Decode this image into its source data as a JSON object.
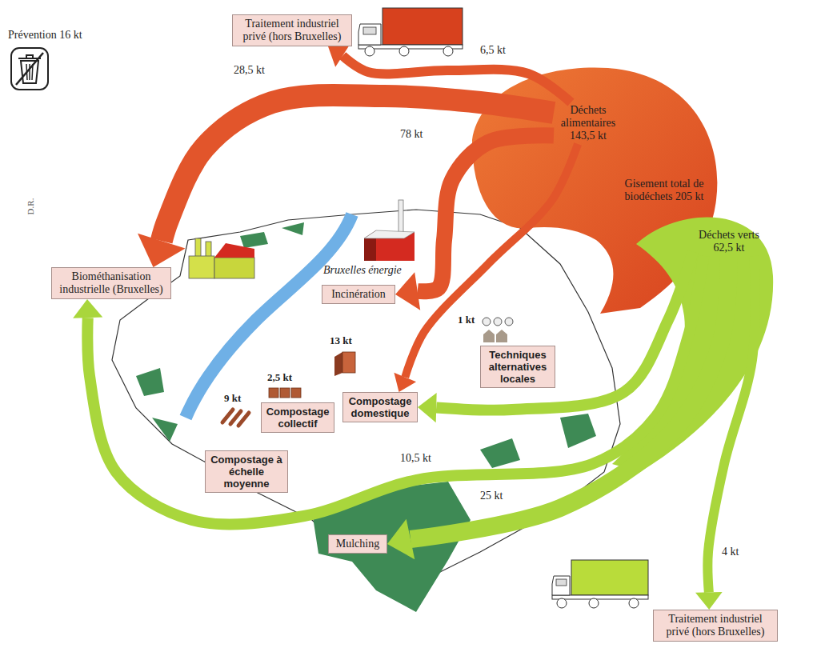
{
  "diagram": {
    "nodes": [
      {
        "text": [
          "Traitement industriel privé (hors Bruxelles)"
        ]
      },
      {
        "text": [
          "Déchets alimentaires 143,5 kt"
        ]
      },
      {
        "text": [
          "Biométhanisation industrielle (Bruxelles)"
        ]
      },
      {
        "text": [
          "Incinération"
        ]
      },
      {
        "text": [
          "Déchets verts 62,5 kt"
        ]
      },
      {
        "text": [
          "Techniques alternatives locales"
        ]
      },
      {
        "text": [
          "Compostage domestique"
        ]
      },
      {
        "text": [
          "Compostage collectif"
        ]
      },
      {
        "text": [
          "Compostage à échelle moyenne"
        ]
      },
      {
        "text": [
          "Mulching"
        ]
      },
      {
        "text": [
          "Traitement industriel privé (hors Bruxelles)"
        ]
      }
    ],
    "edges": [
      {
        "from": 1,
        "to": 0,
        "label": "6,5 kt",
        "arrow": "to"
      },
      {
        "from": 1,
        "to": 2,
        "label": "28,5 kt",
        "arrow": "to"
      },
      {
        "from": 1,
        "to": 3,
        "label": "78 kt",
        "arrow": "to"
      },
      {
        "from": 1,
        "to": 6,
        "arrow": "to"
      },
      {
        "from": 4,
        "to": 2,
        "label": "10,5 kt",
        "arrow": "to"
      },
      {
        "from": 4,
        "to": 6,
        "arrow": "to"
      },
      {
        "from": 4,
        "to": 9,
        "label": "25 kt",
        "arrow": "to"
      },
      {
        "from": 4,
        "to": 10,
        "label": "4 kt",
        "arrow": "to"
      }
    ],
    "labels": [
      "Prévention 16 kt",
      "D.R.",
      "Gisement total de biodéchets 205 kt",
      "Bruxelles énergie",
      "1 kt",
      "13 kt",
      "2,5 kt",
      "9 kt"
    ]
  }
}
